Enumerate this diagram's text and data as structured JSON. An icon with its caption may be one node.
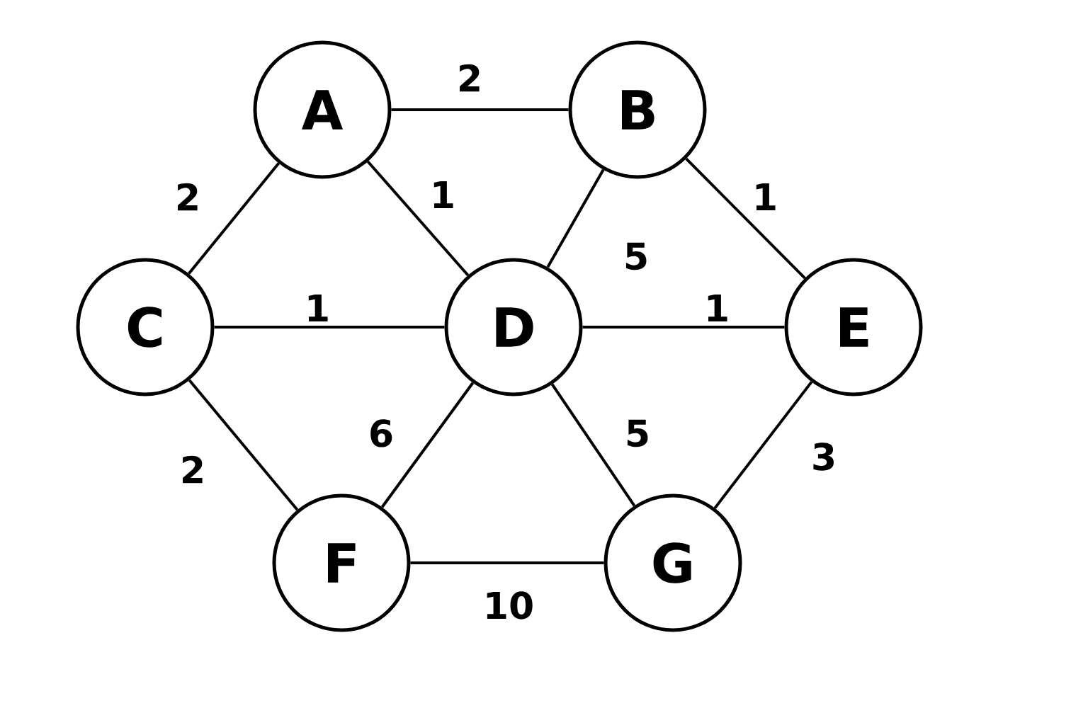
{
  "diagram": {
    "nodes": [
      {
        "text": [
          "A"
        ]
      },
      {
        "text": [
          "B"
        ]
      },
      {
        "text": [
          "C"
        ]
      },
      {
        "text": [
          "D"
        ]
      },
      {
        "text": [
          "E"
        ]
      },
      {
        "text": [
          "F"
        ]
      },
      {
        "text": [
          "G"
        ]
      }
    ],
    "edges": [
      {
        "from": 0,
        "to": 1,
        "arrow": "none",
        "label": "2"
      },
      {
        "from": 0,
        "to": 2,
        "arrow": "none",
        "label": "2"
      },
      {
        "from": 0,
        "to": 3,
        "arrow": "none",
        "label": "1"
      },
      {
        "from": 1,
        "to": 3,
        "arrow": "none",
        "label": "5"
      },
      {
        "from": 1,
        "to": 4,
        "arrow": "none",
        "label": "1"
      },
      {
        "from": 2,
        "to": 3,
        "arrow": "none",
        "label": "1"
      },
      {
        "from": 3,
        "to": 4,
        "arrow": "none",
        "label": "1"
      },
      {
        "from": 2,
        "to": 5,
        "arrow": "none",
        "label": "2"
      },
      {
        "from": 3,
        "to": 5,
        "arrow": "none",
        "label": "6"
      },
      {
        "from": 3,
        "to": 6,
        "arrow": "none",
        "label": "5"
      },
      {
        "from": 4,
        "to": 6,
        "arrow": "none",
        "label": "3"
      },
      {
        "from": 5,
        "to": 6,
        "arrow": "none",
        "label": "10"
      }
    ]
  }
}
